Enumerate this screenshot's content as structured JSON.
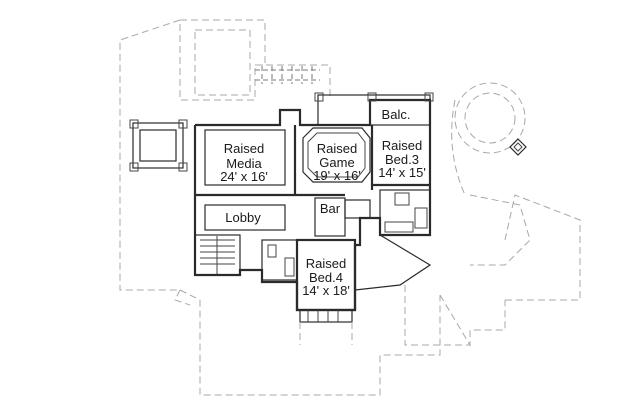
{
  "rooms": {
    "media": {
      "line1": "Raised",
      "line2": "Media",
      "dims": "24' x 16'"
    },
    "game": {
      "line1": "Raised",
      "line2": "Game",
      "dims": "19' x 16'"
    },
    "bed3": {
      "line1": "Raised",
      "line2": "Bed.3",
      "dims": "14' x 15'"
    },
    "bed4": {
      "line1": "Raised",
      "line2": "Bed.4",
      "dims": "14' x 18'"
    },
    "lobby": {
      "label": "Lobby"
    },
    "bar": {
      "label": "Bar"
    },
    "balcony": {
      "label": "Balc."
    }
  },
  "colors": {
    "wall": "#2b2b2b",
    "outline": "#a8a8a8",
    "background": "#ffffff"
  }
}
